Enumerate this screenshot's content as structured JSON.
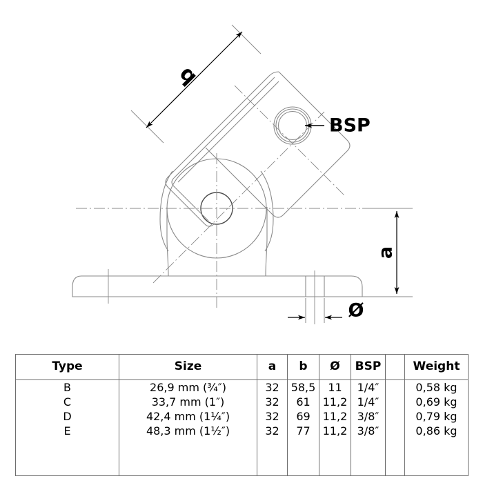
{
  "drawing": {
    "title": "pipe-clamp-swivel-base-fitting",
    "labels": {
      "b_dimension": "b",
      "a_dimension": "a",
      "diameter_dimension": "Ø",
      "bsp_callout": "BSP"
    },
    "line_color": "#808080",
    "annotation_color": "#000000"
  },
  "table": {
    "headers": {
      "type": "Type",
      "size": "Size",
      "a": "a",
      "b": "b",
      "diameter": "Ø",
      "bsp": "BSP",
      "blank": "",
      "weight": "Weight"
    },
    "rows": [
      {
        "type": "B",
        "size": "26,9 mm (¾″)",
        "a": "32",
        "b": "58,5",
        "diameter": "11",
        "bsp": "1/4″",
        "blank": "",
        "weight": "0,58 kg"
      },
      {
        "type": "C",
        "size": "33,7 mm (1″)",
        "a": "32",
        "b": "61",
        "diameter": "11,2",
        "bsp": "1/4″",
        "blank": "",
        "weight": "0,69 kg"
      },
      {
        "type": "D",
        "size": "42,4 mm (1¼″)",
        "a": "32",
        "b": "69",
        "diameter": "11,2",
        "bsp": "3/8″",
        "blank": "",
        "weight": "0,79 kg"
      },
      {
        "type": "E",
        "size": "48,3 mm (1½″)",
        "a": "32",
        "b": "77",
        "diameter": "11,2",
        "bsp": "3/8″",
        "blank": "",
        "weight": "0,86 kg"
      }
    ]
  }
}
